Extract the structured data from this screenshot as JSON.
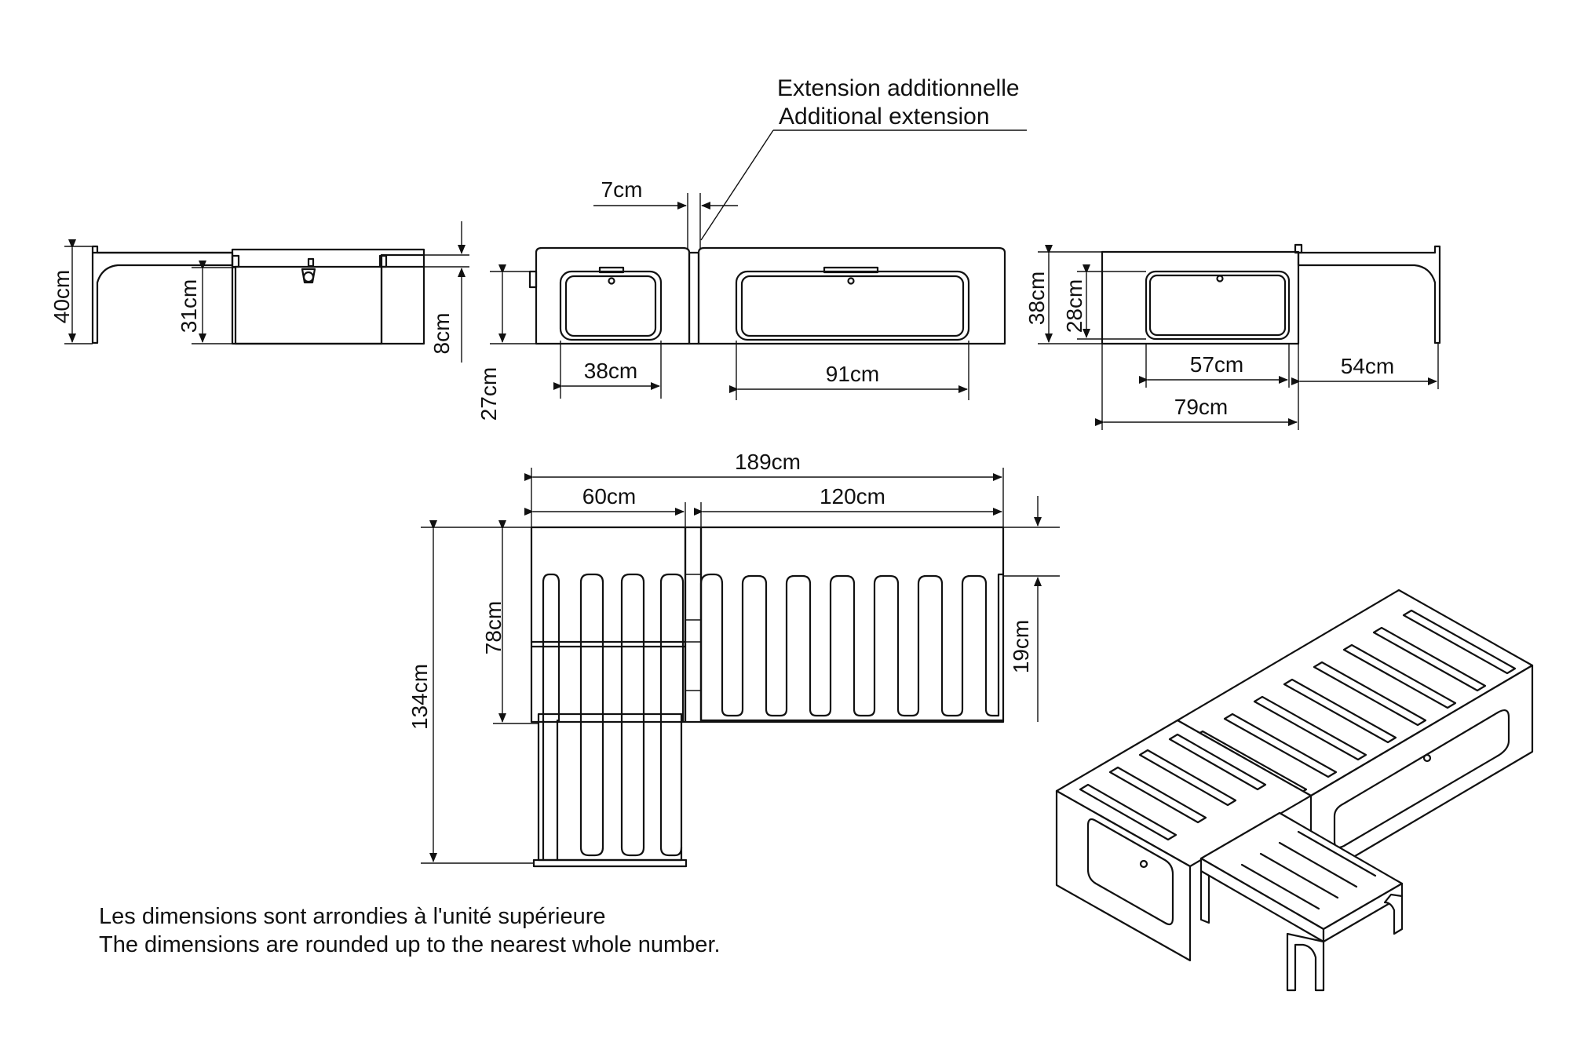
{
  "callout": {
    "line1": "Extension additionnelle",
    "line2": "Additional extension"
  },
  "side_view_left": {
    "height_40": "40cm",
    "drawer_31": "31cm",
    "plinth_8": "8cm"
  },
  "front_view": {
    "gap_7": "7cm",
    "drawer_38": "38cm",
    "drawer_91": "91cm",
    "height_27": "27cm"
  },
  "side_view_right": {
    "height_38": "38cm",
    "drawer_28": "28cm",
    "drawer_57": "57cm",
    "ext_54": "54cm",
    "depth_79": "79cm"
  },
  "top_view": {
    "total_189": "189cm",
    "part_60": "60cm",
    "part_120": "120cm",
    "depth_134": "134cm",
    "depth_78": "78cm",
    "offset_19": "19cm"
  },
  "notes": {
    "fr": "Les dimensions sont arrondies à l'unité supérieure",
    "en": "The dimensions are rounded up to the nearest whole number."
  }
}
